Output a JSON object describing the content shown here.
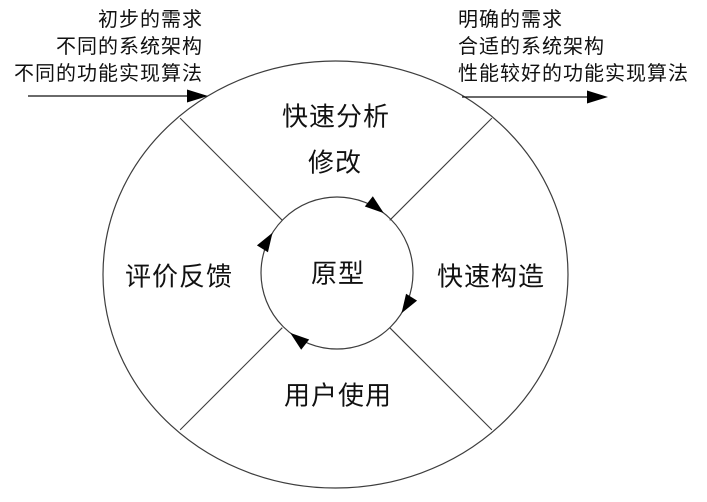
{
  "diagram": {
    "name": "rapid-prototype-model",
    "center_label": "原型",
    "phases": {
      "analysis": "快速分析",
      "modify": "修改",
      "build": "快速构造",
      "use": "用户使用",
      "feedback": "评价反馈"
    },
    "input_annotation": {
      "lines": [
        "初步的需求",
        "不同的系统架构",
        "不同的功能实现算法"
      ]
    },
    "output_annotation": {
      "lines": [
        "明确的需求",
        "合适的系统架构",
        "性能较好的功能实现算法"
      ]
    },
    "icons": {
      "input_arrow": "right-arrow-icon",
      "output_arrow": "right-arrow-icon",
      "cycle_arrows": "clockwise-arrow-icon"
    },
    "colors": {
      "line": "#3d3d3d",
      "arrow_fill": "#000000",
      "text": "#111111",
      "background": "#ffffff"
    }
  }
}
